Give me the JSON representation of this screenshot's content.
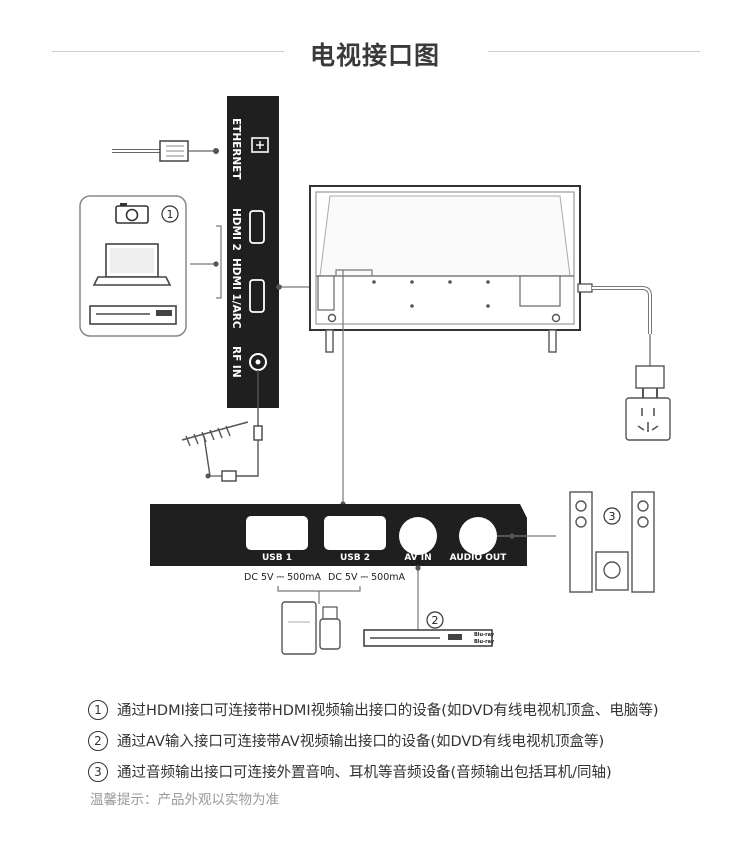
{
  "title": "电视接口图",
  "tv_panel_ports": {
    "ethernet": "ETHERNET",
    "hdmi2": "HDMI 2",
    "hdmi1": "HDMI 1/ARC",
    "rf": "RF IN"
  },
  "bottom_panel_ports": {
    "usb1": "USB 1",
    "usb2": "USB 2",
    "av_in": "AV IN",
    "audio_out": "AUDIO OUT"
  },
  "usb_power_labels": [
    "DC 5V ⎓ 500mA",
    "DC 5V ⎓ 500mA"
  ],
  "device_badges": {
    "one": "1",
    "two": "2",
    "three": "3"
  },
  "device_labels": {
    "bluray_top": "Blu-ray",
    "bluray_bottom": "Blu-ray"
  },
  "notes": [
    {
      "num": "1",
      "text": "通过HDMI接口可连接带HDMI视频输出接口的设备(如DVD有线电视机顶盒、电脑等)"
    },
    {
      "num": "2",
      "text": "通过AV输入接口可连接带AV视频输出接口的设备(如DVD有线电视机顶盒等)"
    },
    {
      "num": "3",
      "text": "通过音频输出接口可连接外置音响、耳机等音频设备(音频输出包括耳机/同轴)"
    }
  ],
  "tip": "温馨提示：产品外观以实物为准"
}
